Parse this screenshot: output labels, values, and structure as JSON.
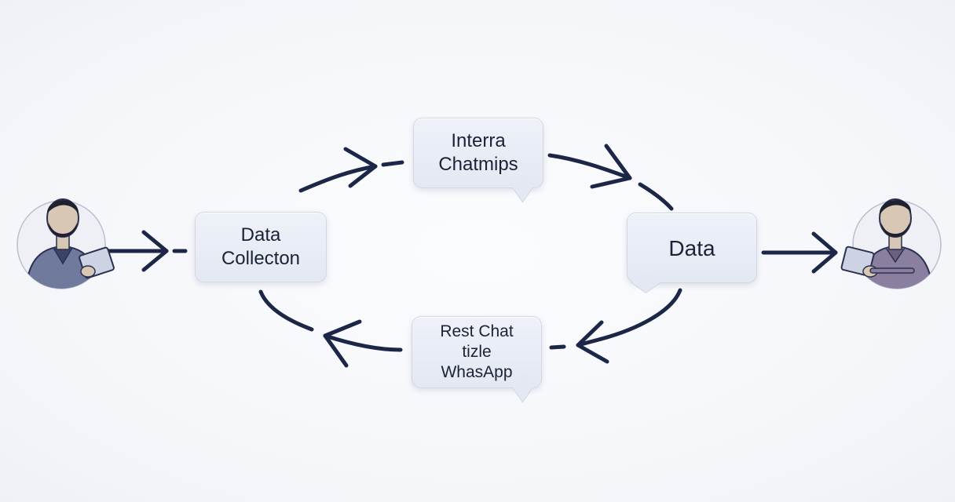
{
  "diagram": {
    "nodes": {
      "top": {
        "lines": [
          "Interra",
          "Chatmips"
        ]
      },
      "left": {
        "lines": [
          "Data",
          "Collecton"
        ]
      },
      "right": {
        "lines": [
          "Data"
        ]
      },
      "bottom": {
        "lines": [
          "Rest Chat",
          "tizle",
          "WhasApp"
        ]
      }
    },
    "actors": [
      {
        "name": "left-person-with-tablet",
        "icon": "person-tablet-icon"
      },
      {
        "name": "right-person-with-tablet",
        "icon": "person-tablet-icon"
      }
    ],
    "colors": {
      "arrow": "#1c2748",
      "bubble_fill": "#e8ebf4",
      "bubble_border": "#d2d7e4",
      "text": "#1b2236",
      "shirt_left": "#6f7a9c",
      "shirt_right": "#8a7f9e",
      "skin": "#d9c7b6",
      "hair": "#1e2230"
    }
  }
}
